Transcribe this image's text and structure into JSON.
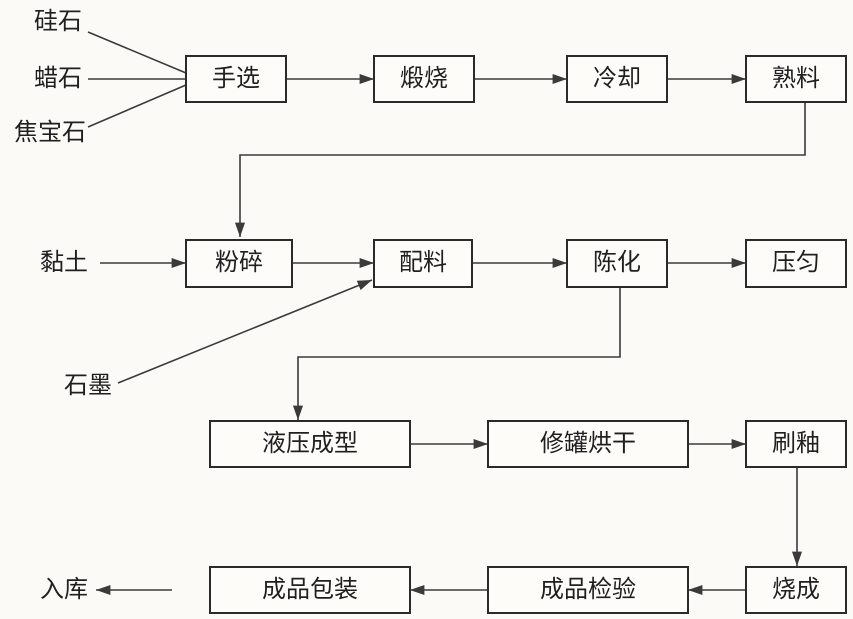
{
  "nodes": [
    {
      "id": "shouxuan",
      "label": "手选"
    },
    {
      "id": "duanshao",
      "label": "煅烧"
    },
    {
      "id": "lengque",
      "label": "冷却"
    },
    {
      "id": "shuliao",
      "label": "熟料"
    },
    {
      "id": "fensui",
      "label": "粉碎"
    },
    {
      "id": "peiliao",
      "label": "配料"
    },
    {
      "id": "chenhua",
      "label": "陈化"
    },
    {
      "id": "yajun",
      "label": "压匀"
    },
    {
      "id": "yeya",
      "label": "液压成型"
    },
    {
      "id": "xiuguan",
      "label": "修罐烘干"
    },
    {
      "id": "shuayou",
      "label": "刷釉"
    },
    {
      "id": "shaocheng",
      "label": "烧成"
    },
    {
      "id": "jianyan",
      "label": "成品检验"
    },
    {
      "id": "baozhuang",
      "label": "成品包装"
    }
  ],
  "inputs": [
    {
      "id": "guishi",
      "label": "硅石"
    },
    {
      "id": "lashi",
      "label": "蜡石"
    },
    {
      "id": "jiaobaoshi",
      "label": "焦宝石"
    },
    {
      "id": "niantu",
      "label": "黏土"
    },
    {
      "id": "shimo",
      "label": "石墨"
    },
    {
      "id": "ruku",
      "label": "入库"
    }
  ],
  "edges": [
    {
      "from": "guishi",
      "to": "shouxuan"
    },
    {
      "from": "lashi",
      "to": "shouxuan"
    },
    {
      "from": "jiaobaoshi",
      "to": "shouxuan"
    },
    {
      "from": "shouxuan",
      "to": "duanshao"
    },
    {
      "from": "duanshao",
      "to": "lengque"
    },
    {
      "from": "lengque",
      "to": "shuliao"
    },
    {
      "from": "shuliao",
      "to": "fensui"
    },
    {
      "from": "niantu",
      "to": "fensui"
    },
    {
      "from": "fensui",
      "to": "peiliao"
    },
    {
      "from": "shimo",
      "to": "peiliao"
    },
    {
      "from": "peiliao",
      "to": "chenhua"
    },
    {
      "from": "chenhua",
      "to": "yajun"
    },
    {
      "from": "chenhua",
      "to": "yeya"
    },
    {
      "from": "yeya",
      "to": "xiuguan"
    },
    {
      "from": "xiuguan",
      "to": "shuayou"
    },
    {
      "from": "shuayou",
      "to": "shaocheng"
    },
    {
      "from": "shaocheng",
      "to": "jianyan"
    },
    {
      "from": "jianyan",
      "to": "baozhuang"
    },
    {
      "from": "baozhuang",
      "to": "ruku"
    }
  ]
}
